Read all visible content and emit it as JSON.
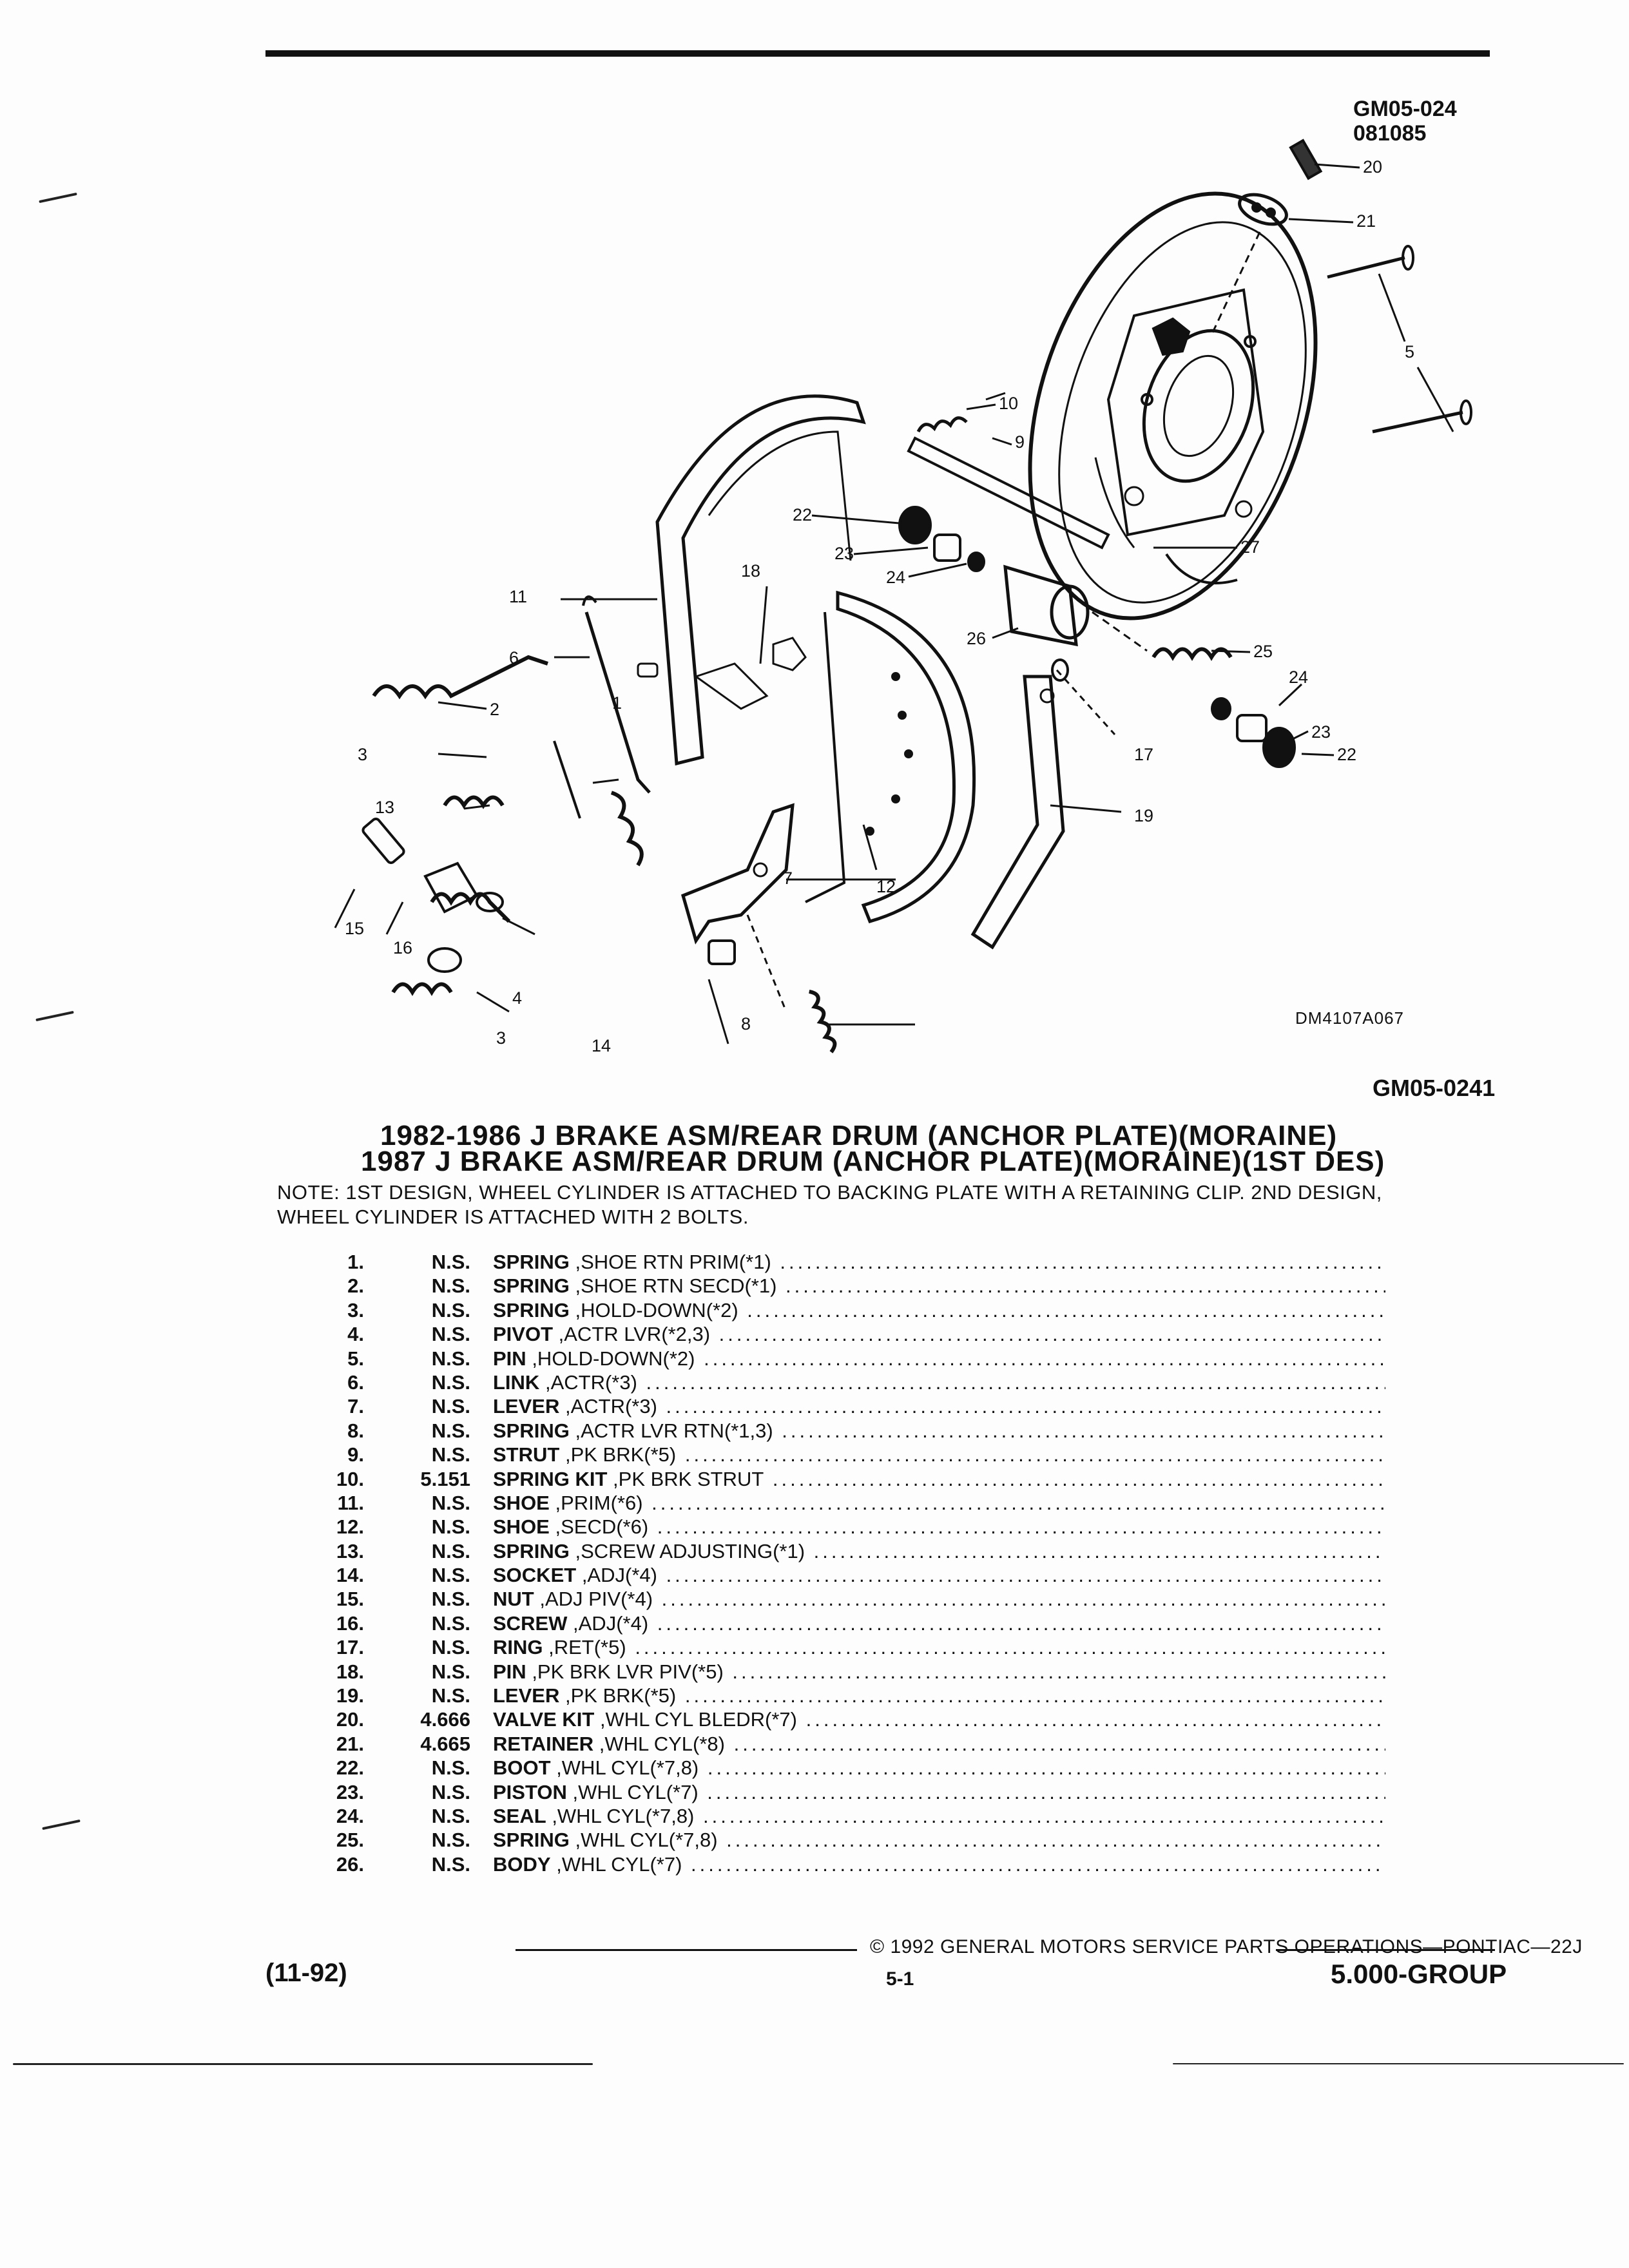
{
  "header": {
    "ref_top_line1": "GM05-024",
    "ref_top_line2": "081085"
  },
  "diagram": {
    "callouts": [
      "1",
      "2",
      "3",
      "3",
      "4",
      "5",
      "6",
      "7",
      "8",
      "9",
      "10",
      "11",
      "12",
      "13",
      "14",
      "15",
      "16",
      "17",
      "18",
      "19",
      "20",
      "21",
      "22",
      "22",
      "23",
      "23",
      "24",
      "24",
      "25",
      "26",
      "27"
    ],
    "drawing_code": "DM4107A067"
  },
  "gm_code": "GM05-0241",
  "title": {
    "line1": "1982-1986 J BRAKE ASM/REAR DRUM (ANCHOR PLATE)(MORAINE)",
    "line2": "1987 J BRAKE ASM/REAR DRUM (ANCHOR PLATE)(MORAINE)(1ST DES)"
  },
  "note": "NOTE:  1ST DESIGN, WHEEL CYLINDER IS ATTACHED TO BACKING PLATE WITH A RETAINING CLIP. 2ND DESIGN, WHEEL CYLINDER IS ATTACHED WITH 2 BOLTS.",
  "parts": [
    {
      "num": "1.",
      "code": "N.S.",
      "name": "SPRING",
      "spec": ",SHOE RTN PRIM(*1)"
    },
    {
      "num": "2.",
      "code": "N.S.",
      "name": "SPRING",
      "spec": ",SHOE RTN SECD(*1)"
    },
    {
      "num": "3.",
      "code": "N.S.",
      "name": "SPRING",
      "spec": ",HOLD-DOWN(*2)"
    },
    {
      "num": "4.",
      "code": "N.S.",
      "name": "PIVOT",
      "spec": ",ACTR LVR(*2,3)"
    },
    {
      "num": "5.",
      "code": "N.S.",
      "name": "PIN",
      "spec": ",HOLD-DOWN(*2)"
    },
    {
      "num": "6.",
      "code": "N.S.",
      "name": "LINK",
      "spec": ",ACTR(*3)"
    },
    {
      "num": "7.",
      "code": "N.S.",
      "name": "LEVER",
      "spec": ",ACTR(*3)"
    },
    {
      "num": "8.",
      "code": "N.S.",
      "name": "SPRING",
      "spec": ",ACTR LVR RTN(*1,3)"
    },
    {
      "num": "9.",
      "code": "N.S.",
      "name": "STRUT",
      "spec": ",PK BRK(*5)"
    },
    {
      "num": "10.",
      "code": "5.151",
      "name": "SPRING KIT",
      "spec": ",PK BRK STRUT"
    },
    {
      "num": "11.",
      "code": "N.S.",
      "name": "SHOE",
      "spec": ",PRIM(*6)"
    },
    {
      "num": "12.",
      "code": "N.S.",
      "name": "SHOE",
      "spec": ",SECD(*6)"
    },
    {
      "num": "13.",
      "code": "N.S.",
      "name": "SPRING",
      "spec": ",SCREW ADJUSTING(*1)"
    },
    {
      "num": "14.",
      "code": "N.S.",
      "name": "SOCKET",
      "spec": ",ADJ(*4)"
    },
    {
      "num": "15.",
      "code": "N.S.",
      "name": "NUT",
      "spec": ",ADJ PIV(*4)"
    },
    {
      "num": "16.",
      "code": "N.S.",
      "name": "SCREW",
      "spec": ",ADJ(*4)"
    },
    {
      "num": "17.",
      "code": "N.S.",
      "name": "RING",
      "spec": ",RET(*5)"
    },
    {
      "num": "18.",
      "code": "N.S.",
      "name": "PIN",
      "spec": ",PK BRK LVR PIV(*5)"
    },
    {
      "num": "19.",
      "code": "N.S.",
      "name": "LEVER",
      "spec": ",PK BRK(*5)"
    },
    {
      "num": "20.",
      "code": "4.666",
      "name": "VALVE KIT",
      "spec": ",WHL CYL BLEDR(*7)"
    },
    {
      "num": "21.",
      "code": "4.665",
      "name": "RETAINER",
      "spec": ",WHL CYL(*8)"
    },
    {
      "num": "22.",
      "code": "N.S.",
      "name": "BOOT",
      "spec": ",WHL CYL(*7,8)"
    },
    {
      "num": "23.",
      "code": "N.S.",
      "name": "PISTON",
      "spec": ",WHL CYL(*7)"
    },
    {
      "num": "24.",
      "code": "N.S.",
      "name": "SEAL",
      "spec": ",WHL CYL(*7,8)"
    },
    {
      "num": "25.",
      "code": "N.S.",
      "name": "SPRING",
      "spec": ",WHL CYL(*7,8)"
    },
    {
      "num": "26.",
      "code": "N.S.",
      "name": "BODY",
      "spec": ",WHL CYL(*7)"
    }
  ],
  "footer": {
    "copyright": "© 1992 GENERAL MOTORS SERVICE PARTS OPERATIONS—PONTIAC—22J",
    "date_code": "(11-92)",
    "page": "5-1",
    "group": "5.000-GROUP"
  }
}
